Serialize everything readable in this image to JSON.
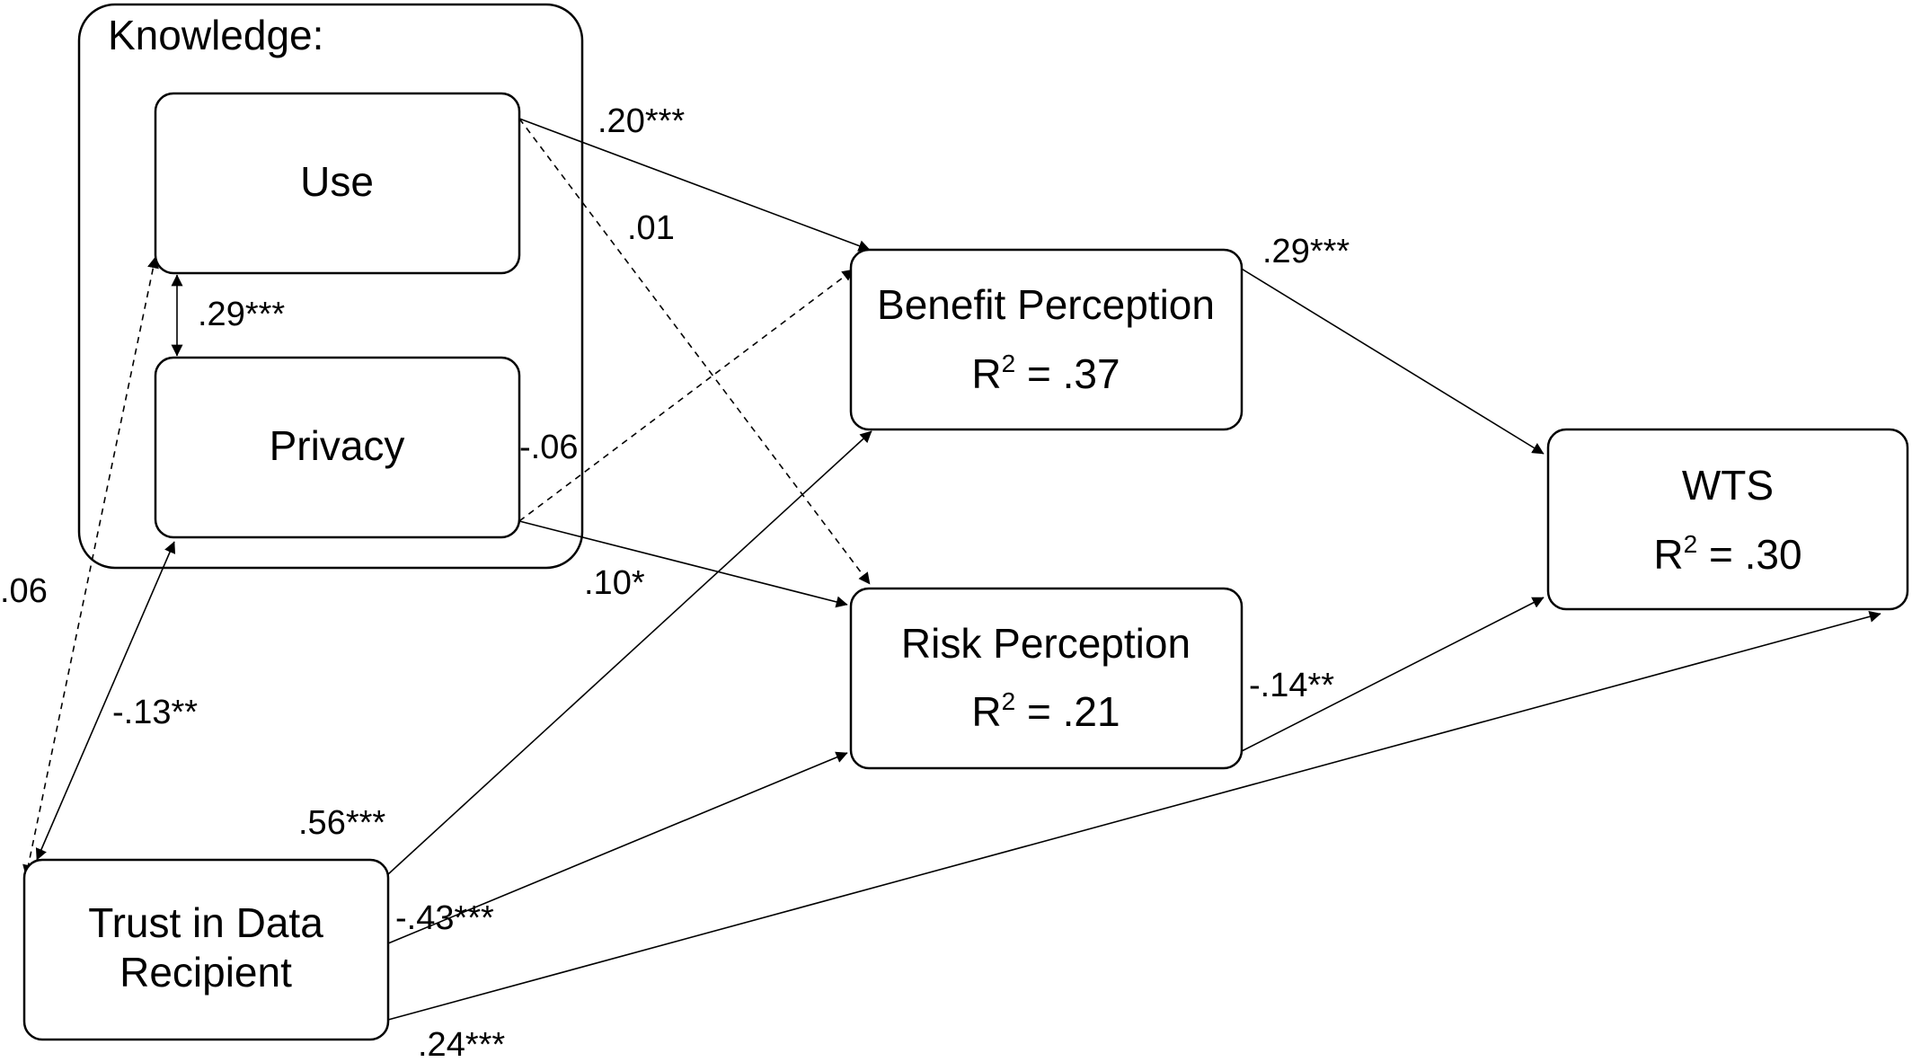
{
  "group": {
    "label": "Knowledge:"
  },
  "nodes": {
    "use": {
      "label": "Use"
    },
    "privacy": {
      "label": "Privacy"
    },
    "benefit": {
      "label": "Benefit Perception",
      "r2_prefix": "R",
      "r2_exp": "2",
      "r2_value": " = .37"
    },
    "risk": {
      "label": "Risk Perception",
      "r2_prefix": "R",
      "r2_exp": "2",
      "r2_value": " = .21"
    },
    "wts": {
      "label": "WTS",
      "r2_prefix": "R",
      "r2_exp": "2",
      "r2_value": " = .30"
    },
    "trust": {
      "label_line1": "Trust in Data",
      "label_line2": "Recipient"
    }
  },
  "paths": {
    "use_benefit": ".20***",
    "use_risk": ".01",
    "use_privacy": ".29***",
    "privacy_benefit": "-.06",
    "privacy_risk": ".10*",
    "use_trust": ".06",
    "privacy_trust": "-.13**",
    "trust_benefit": ".56***",
    "trust_risk": "-.43***",
    "trust_wts": ".24***",
    "benefit_wts": ".29***",
    "risk_wts": "-.14**"
  },
  "style": {
    "stroke_color": "#000000",
    "background": "#ffffff"
  }
}
